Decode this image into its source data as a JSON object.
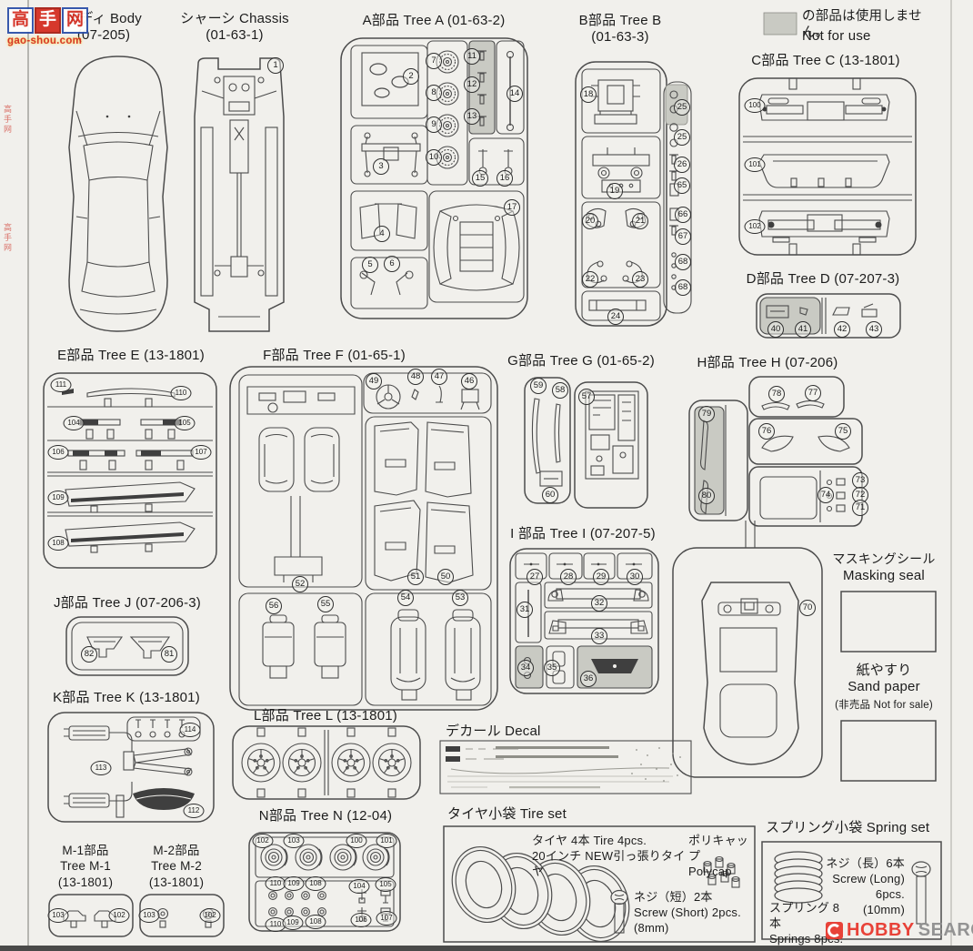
{
  "colors": {
    "bg": "#f1f0ec",
    "line": "#4c4c4c",
    "not_for_use_gray": "#c9cac3",
    "watermark_red": "#d42b1e",
    "watermark_blue": "#2b4ea8",
    "hobby_red": "#e8392f",
    "hobby_gray": "#8f8f8f"
  },
  "legend": {
    "jp": "の部品は使用しません。",
    "en": "Not for use"
  },
  "titles": {
    "body_jp": "ボディ Body",
    "body_code": "(07-205)",
    "chassis_jp": "シャーシ Chassis",
    "chassis_code": "(01-63-1)",
    "treeA": "A部品 Tree A (01-63-2)",
    "treeB_l1": "B部品 Tree B",
    "treeB_l2": "(01-63-3)",
    "treeC": "C部品 Tree C (13-1801)",
    "treeD": "D部品 Tree D (07-207-3)",
    "treeE": "E部品 Tree E (13-1801)",
    "treeF": "F部品 Tree F (01-65-1)",
    "treeG": "G部品 Tree G (01-65-2)",
    "treeH": "H部品 Tree H (07-206)",
    "treeI": "I 部品 Tree I (07-207-5)",
    "treeJ": "J部品 Tree J (07-206-3)",
    "treeK": "K部品 Tree K (13-1801)",
    "treeL": "L部品 Tree L (13-1801)",
    "treeM1_l1": "M-1部品",
    "treeM1_l2": "Tree M-1",
    "treeM1_l3": "(13-1801)",
    "treeM2_l1": "M-2部品",
    "treeM2_l2": "Tree M-2",
    "treeM2_l3": "(13-1801)",
    "treeN": "N部品 Tree N (12-04)",
    "decal": "デカール Decal",
    "masking_jp": "マスキングシール",
    "masking_en": "Masking seal",
    "sand_jp": "紙やすり",
    "sand_en": "Sand paper",
    "sand_note": "(非売品 Not for sale)",
    "tire_title": "タイヤ小袋  Tire set",
    "tire_l1": "タイヤ 4本 Tire 4pcs.",
    "tire_l2": "20インチ NEW引っ張りタイヤ",
    "polycap_jp": "ポリキャップ",
    "polycap_en": "Polycap",
    "screw_s1": "ネジ（短）2本",
    "screw_s2": "Screw (Short) 2pcs.",
    "screw_s3": "(8mm)",
    "spring_title": "スプリング小袋 Spring set",
    "screw_l1": "ネジ（長）6本",
    "screw_l2": "Screw (Long)",
    "screw_l3": "6pcs.",
    "screw_l4": "(10mm)",
    "spring_l1": "スプリング 8本",
    "spring_l2": "Springs 8pcs."
  },
  "watermark_left": {
    "char1": "高",
    "char2": "手",
    "char3": "网",
    "url": "gao-shou.com",
    "seal1": "高手网",
    "seal2": "高手网"
  },
  "watermark_right": {
    "word1": "HOBBY",
    "word2": "SEARCH"
  },
  "badges": [
    [
      "1",
      303,
      72
    ],
    [
      "2",
      452,
      84
    ],
    [
      "7",
      477,
      67
    ],
    [
      "8",
      477,
      102
    ],
    [
      "9",
      477,
      137
    ],
    [
      "10",
      477,
      173
    ],
    [
      "11",
      519,
      62
    ],
    [
      "12",
      519,
      93
    ],
    [
      "13",
      519,
      128
    ],
    [
      "14",
      566,
      103
    ],
    [
      "3",
      419,
      183
    ],
    [
      "15",
      528,
      196
    ],
    [
      "16",
      555,
      196
    ],
    [
      "4",
      420,
      257
    ],
    [
      "5",
      407,
      291
    ],
    [
      "6",
      431,
      290
    ],
    [
      "17",
      563,
      228
    ],
    [
      "18",
      647,
      104
    ],
    [
      "19",
      676,
      210
    ],
    [
      "20",
      649,
      243
    ],
    [
      "21",
      704,
      243
    ],
    [
      "22",
      649,
      307
    ],
    [
      "23",
      704,
      307
    ],
    [
      "24",
      677,
      348
    ],
    [
      "25",
      750,
      118
    ],
    [
      "25",
      750,
      151
    ],
    [
      "26",
      750,
      181
    ],
    [
      "65",
      750,
      204
    ],
    [
      "66",
      751,
      236
    ],
    [
      "67",
      751,
      260
    ],
    [
      "68",
      751,
      288
    ],
    [
      "68",
      751,
      316
    ],
    [
      "100",
      830,
      116
    ],
    [
      "101",
      830,
      181
    ],
    [
      "102",
      830,
      249
    ],
    [
      "40",
      853,
      362
    ],
    [
      "41",
      883,
      362
    ],
    [
      "42",
      926,
      362
    ],
    [
      "43",
      961,
      362
    ],
    [
      "111",
      67,
      423
    ],
    [
      "110",
      199,
      432
    ],
    [
      "104",
      81,
      465
    ],
    [
      "105",
      203,
      465
    ],
    [
      "106",
      64,
      497
    ],
    [
      "107",
      221,
      497
    ],
    [
      "109",
      64,
      547
    ],
    [
      "108",
      64,
      597
    ],
    [
      "49",
      411,
      419
    ],
    [
      "48",
      457,
      414
    ],
    [
      "47",
      483,
      414
    ],
    [
      "46",
      516,
      419
    ],
    [
      "51",
      457,
      634
    ],
    [
      "50",
      490,
      634
    ],
    [
      "52",
      330,
      642
    ],
    [
      "56",
      301,
      666
    ],
    [
      "55",
      358,
      664
    ],
    [
      "54",
      446,
      657
    ],
    [
      "53",
      506,
      657
    ],
    [
      "59",
      592,
      424
    ],
    [
      "58",
      616,
      429
    ],
    [
      "57",
      645,
      436
    ],
    [
      "60",
      605,
      544
    ],
    [
      "78",
      854,
      433
    ],
    [
      "77",
      894,
      432
    ],
    [
      "76",
      843,
      474
    ],
    [
      "75",
      927,
      474
    ],
    [
      "79",
      777,
      455
    ],
    [
      "80",
      777,
      545
    ],
    [
      "74",
      908,
      544
    ],
    [
      "73",
      946,
      528
    ],
    [
      "72",
      946,
      544
    ],
    [
      "71",
      946,
      558
    ],
    [
      "70",
      888,
      668
    ],
    [
      "27",
      588,
      634
    ],
    [
      "28",
      625,
      634
    ],
    [
      "29",
      661,
      634
    ],
    [
      "30",
      698,
      634
    ],
    [
      "31",
      577,
      670
    ],
    [
      "32",
      659,
      663
    ],
    [
      "33",
      659,
      699
    ],
    [
      "34",
      578,
      734
    ],
    [
      "35",
      607,
      734
    ],
    [
      "36",
      647,
      746
    ],
    [
      "82",
      98,
      719
    ],
    [
      "81",
      186,
      719
    ],
    [
      "114",
      209,
      802
    ],
    [
      "113",
      111,
      844
    ],
    [
      "112",
      213,
      891
    ],
    [
      "103",
      64,
      1006
    ],
    [
      "102",
      131,
      1006
    ],
    [
      "103",
      164,
      1006
    ],
    [
      "102",
      231,
      1006
    ],
    [
      "102",
      289,
      924
    ],
    [
      "103",
      323,
      924
    ],
    [
      "100",
      392,
      924
    ],
    [
      "101",
      425,
      924
    ],
    [
      "110",
      303,
      971
    ],
    [
      "109",
      323,
      971
    ],
    [
      "108",
      347,
      971
    ],
    [
      "104",
      395,
      974
    ],
    [
      "105",
      424,
      972
    ],
    [
      "110",
      303,
      1016
    ],
    [
      "109",
      322,
      1014
    ],
    [
      "108",
      347,
      1013
    ],
    [
      "106",
      397,
      1011
    ],
    [
      "107",
      425,
      1009
    ]
  ]
}
